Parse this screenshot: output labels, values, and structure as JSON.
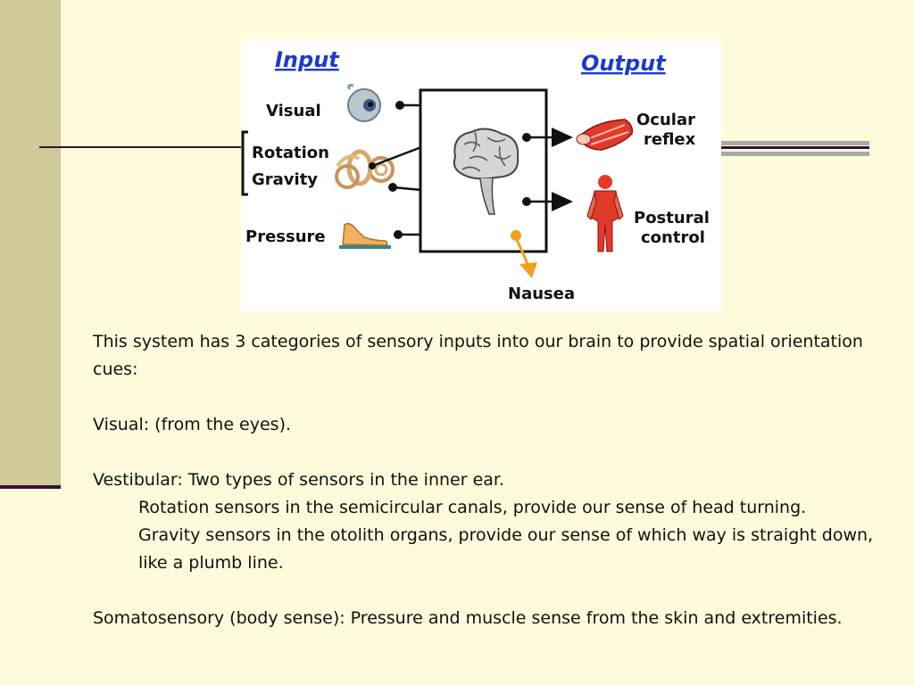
{
  "diagram": {
    "input_header": "Input",
    "output_header": "Output",
    "inputs": {
      "visual": "Visual",
      "rotation": "Rotation",
      "gravity": "Gravity",
      "pressure": "Pressure"
    },
    "outputs": {
      "ocular_line1": "Ocular",
      "ocular_line2": "reflex",
      "postural_line1": "Postural",
      "postural_line2": "control",
      "nausea": "Nausea"
    },
    "colors": {
      "header": "#1a3ad0",
      "arrow": "#111111",
      "nausea_arrow": "#f0a020",
      "muscle": "#e23a2a"
    }
  },
  "body": {
    "intro": "This system has 3 categories of sensory inputs into our brain to provide spatial orientation cues:",
    "visual": "Visual: (from the eyes).",
    "vestibular": "Vestibular: Two types of sensors in the inner ear.",
    "rotation": "Rotation sensors in the semicircular canals, provide our sense of head turning.",
    "gravity": "Gravity sensors in the otolith organs, provide our sense of which way is straight down, like a plumb line.",
    "somatosensory": "Somatosensory (body sense): Pressure and muscle sense from the skin and extremities."
  }
}
